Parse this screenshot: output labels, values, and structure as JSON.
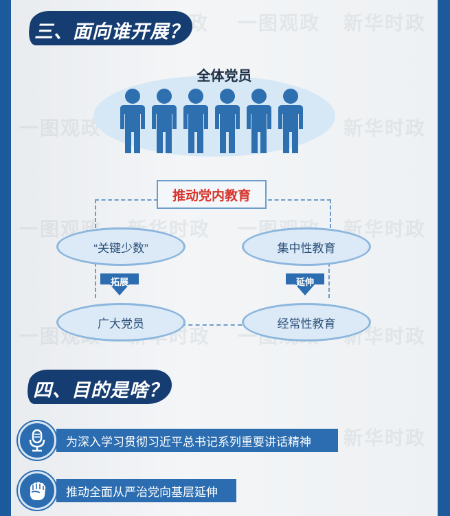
{
  "watermark": {
    "a": "一图观政",
    "b": "新华时政"
  },
  "section3": {
    "title": "三、面向谁开展？",
    "members_label": "全体党员",
    "center_box": "推动党内教育",
    "left_top": "“关键少数”",
    "right_top": "集中性教育",
    "left_arrow": "拓展",
    "right_arrow": "延伸",
    "left_bottom": "广大党员",
    "right_bottom": "经常性教育"
  },
  "section4": {
    "title": "四、目的是啥？",
    "items": [
      {
        "icon": "microphone-icon",
        "text": "为深入学习贯彻习近平总书记系列重要讲话精神"
      },
      {
        "icon": "fist-icon",
        "text": "推动全面从严治党向基层延伸"
      }
    ]
  },
  "colors": {
    "frame": "#1d5a9c",
    "accent_blue": "#2b6db0",
    "dark_navy": "#163d72",
    "figure_blue": "#2e6fb0",
    "red_text": "#d6342b"
  }
}
